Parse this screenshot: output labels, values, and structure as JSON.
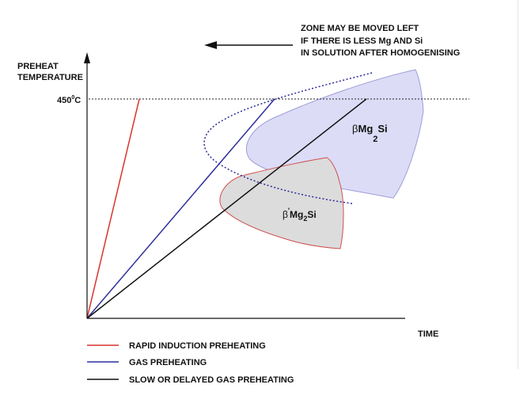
{
  "note": {
    "line1": "ZONE MAY BE MOVED LEFT",
    "line2": "IF THERE IS LESS Mg AND Si",
    "line3": "IN SOLUTION AFTER HOMOGENISING"
  },
  "y_axis": {
    "line1": "PREHEAT",
    "line2": "TEMPERATURE",
    "marker": {
      "value": "450",
      "degree": "0",
      "unit": "C"
    }
  },
  "x_axis": {
    "label": "TIME"
  },
  "zones": {
    "beta": {
      "greek": "β",
      "main": "Mg",
      "sub": "2",
      "tail": "Si",
      "fill": "#dcdcf7",
      "stroke": "#9e9ed8"
    },
    "beta_prime": {
      "greek": "β",
      "prime": "'",
      "main": "Mg",
      "sub": "2",
      "tail": "Si",
      "fill": "#dcdcdc",
      "stroke": "#d05050"
    }
  },
  "legend": [
    {
      "label": "RAPID INDUCTION PREHEATING",
      "color": "#d9342b"
    },
    {
      "label": "GAS PREHEATING",
      "color": "#2f2f9e"
    },
    {
      "label": "SLOW OR DELAYED GAS PREHEATING",
      "color": "#111111"
    }
  ],
  "colors": {
    "dotted_boundary": "#2a2a9a",
    "axis": "#111111"
  },
  "icons": [
    "arrow-left-icon",
    "axis-arrow-icon"
  ]
}
